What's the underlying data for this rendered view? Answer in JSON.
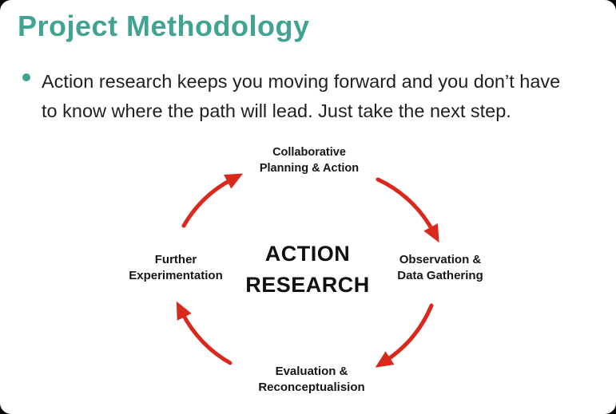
{
  "slide": {
    "title": "Project Methodology",
    "bullet": {
      "lines": [
        "Action research keeps you moving forward and you don’t have",
        "to know where the path will lead. Just take the next step."
      ]
    },
    "diagram": {
      "center": {
        "line1": "ACTION",
        "line2": "RESEARCH"
      },
      "direction": "clockwise",
      "nodes": [
        {
          "position": "top",
          "line1": "Collaborative",
          "line2": "Planning & Action"
        },
        {
          "position": "right",
          "line1": "Observation &",
          "line2": "Data Gathering"
        },
        {
          "position": "bottom",
          "line1": "Evaluation &",
          "line2": "Reconceptualision"
        },
        {
          "position": "left",
          "line1": "Further",
          "line2": "Experimentation"
        }
      ]
    },
    "colors": {
      "accent_teal": "#41A392",
      "arrow_red": "#D9291C",
      "text_dark": "#1F1F1F"
    }
  }
}
